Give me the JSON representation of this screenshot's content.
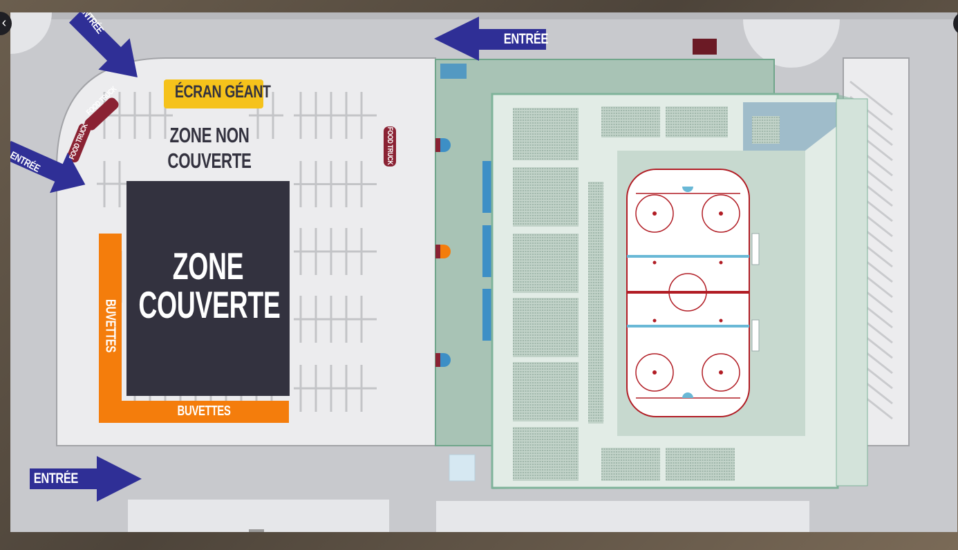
{
  "labels": {
    "screen": "ÉCRAN GÉANT",
    "uncovered_line1": "ZONE NON",
    "uncovered_line2": "COUVERTE",
    "covered_line1": "ZONE",
    "covered_line2": "COUVERTE",
    "buvettes_vertical": "BUVETTES",
    "buvettes_horizontal": "BUVETTES",
    "food_truck_1": "FOOD TRUCK",
    "food_truck_2": "FOOD TRUCK",
    "food_truck_3": "FOOD TRUCK",
    "entrance_top_left": "ENTRÉE",
    "entrance_left": "ENTRÉE",
    "entrance_top": "ENTRÉE",
    "entrance_bottom": "ENTRÉE"
  },
  "nav": {
    "prev_icon": "chevron-left-icon",
    "prev_glyph": "‹"
  },
  "colors": {
    "arrow": "#2f2f96",
    "screen_badge": "#f5c21b",
    "covered_zone": "#33323f",
    "buvettes": "#f47d0c",
    "food_truck": "#8a2233",
    "arena": "#cfe0d6",
    "rink_line_red": "#b11c24",
    "rink_line_blue": "#69b8d6"
  }
}
